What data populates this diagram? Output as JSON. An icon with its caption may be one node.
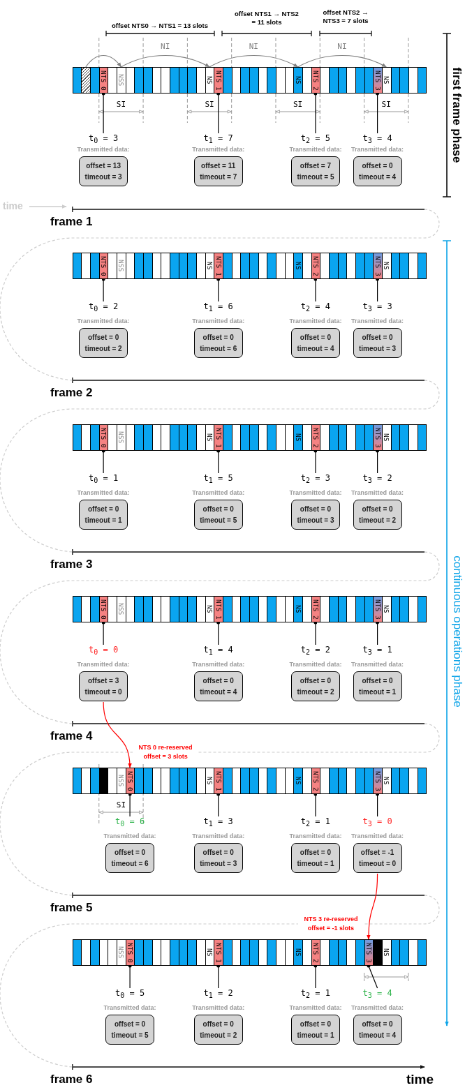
{
  "diagram": {
    "nodes": [
      {
        "text": [],
        "shape": "box"
      },
      {
        "text": [
          "NTS 0"
        ]
      },
      {
        "text": [
          "NSS"
        ]
      },
      {
        "text": [
          "NS"
        ]
      },
      {
        "text": [
          "NTS 1"
        ]
      },
      {
        "text": [
          "NS"
        ]
      },
      {
        "text": [
          "NTS 2"
        ]
      },
      {
        "text": [
          "NTS 3"
        ]
      },
      {
        "text": [
          "NS"
        ]
      },
      {
        "text": [
          "t$_{0}$ = 3"
        ]
      },
      {
        "text": [
          "t$_{1}$ = 7"
        ]
      },
      {
        "text": [
          "t$_{2}$ = 5"
        ]
      },
      {
        "text": [
          "t$_{3}$ = 4"
        ]
      },
      {
        "text": [
          "Transmitted data:",
          "offset = 13",
          "timeout = 3"
        ]
      },
      {
        "text": [
          "Transmitted data:",
          "offset = 11",
          "timeout = 7"
        ]
      },
      {
        "text": [
          "Transmitted data:",
          "offset = 7",
          "timeout = 5"
        ]
      },
      {
        "text": [
          "Transmitted data:",
          "offset = 0",
          "timeout = 4"
        ]
      },
      {
        "text": [
          "NTS 0"
        ]
      },
      {
        "text": [
          "NSS"
        ]
      },
      {
        "text": [
          "NS"
        ]
      },
      {
        "text": [
          "NTS 1"
        ]
      },
      {
        "text": [
          "NS"
        ]
      },
      {
        "text": [
          "NTS 2"
        ]
      },
      {
        "text": [
          "NTS 3"
        ]
      },
      {
        "text": [
          "NS"
        ]
      },
      {
        "text": [
          "t$_{0}$ = 2"
        ]
      },
      {
        "text": [
          "t$_{1}$ = 6"
        ]
      },
      {
        "text": [
          "t$_{2}$ = 4"
        ]
      },
      {
        "text": [
          "t$_{3}$ = 3"
        ]
      },
      {
        "text": [
          "Transmitted data:",
          "offset = 0",
          "timeout = 2"
        ]
      },
      {
        "text": [
          "Transmitted data:",
          "offset = 0",
          "timeout = 6"
        ]
      },
      {
        "text": [
          "Transmitted data:",
          "offset = 0",
          "timeout = 4"
        ]
      },
      {
        "text": [
          "Transmitted data:",
          "offset = 0",
          "timeout = 3"
        ]
      },
      {
        "text": [
          "NTS 0"
        ]
      },
      {
        "text": [
          "NSS"
        ]
      },
      {
        "text": [
          "NS"
        ]
      },
      {
        "text": [
          "NTS 1"
        ]
      },
      {
        "text": [
          "NS"
        ]
      },
      {
        "text": [
          "NTS 2"
        ]
      },
      {
        "text": [
          "NTS 3"
        ]
      },
      {
        "text": [
          "NS"
        ]
      },
      {
        "text": [
          "t$_{0}$ = 1"
        ]
      },
      {
        "text": [
          "t$_{1}$ = 5"
        ]
      },
      {
        "text": [
          "t$_{2}$ = 3"
        ]
      },
      {
        "text": [
          "t$_{3}$ = 2"
        ]
      },
      {
        "text": [
          "Transmitted data:",
          "offset = 0",
          "timeout = 1"
        ]
      },
      {
        "text": [
          "Transmitted data:",
          "offset = 0",
          "timeout = 5"
        ]
      },
      {
        "text": [
          "Transmitted data:",
          "offset = 0",
          "timeout = 3"
        ]
      },
      {
        "text": [
          "Transmitted data:",
          "offset = 0",
          "timeout = 2"
        ]
      },
      {
        "text": [
          "NTS 0"
        ]
      },
      {
        "text": [
          "NSS"
        ]
      },
      {
        "text": [
          "NS"
        ]
      },
      {
        "text": [
          "NTS 1"
        ]
      },
      {
        "text": [
          "NS"
        ]
      },
      {
        "text": [
          "NTS 2"
        ]
      },
      {
        "text": [
          "NTS 3"
        ]
      },
      {
        "text": [
          "NS"
        ]
      },
      {
        "text": [
          "t$_{0}$ = 0"
        ]
      },
      {
        "text": [
          "t$_{1}$ = 4"
        ]
      },
      {
        "text": [
          "t$_{2}$ = 2"
        ]
      },
      {
        "text": [
          "t$_{3}$ = 1"
        ]
      },
      {
        "text": [
          "Transmitted data:",
          "offset = 3",
          "timeout = 0"
        ]
      },
      {
        "text": [
          "Transmitted data:",
          "offset = 0",
          "timeout = 4"
        ]
      },
      {
        "text": [
          "Transmitted data:",
          "offset = 0",
          "timeout = 2"
        ]
      },
      {
        "text": [
          "Transmitted data:",
          "offset = 0",
          "timeout = 1"
        ]
      },
      {
        "text": [
          "NSS"
        ]
      },
      {
        "text": [
          "NTS 0"
        ]
      },
      {
        "text": [
          "NS"
        ]
      },
      {
        "text": [
          "NTS 1"
        ]
      },
      {
        "text": [
          "NS"
        ]
      },
      {
        "text": [
          "NTS 2"
        ]
      },
      {
        "text": [
          "NTS 3"
        ]
      },
      {
        "text": [
          "NS"
        ]
      },
      {
        "text": [
          "t$_{0}$ = 6"
        ]
      },
      {
        "text": [
          "t$_{1}$ = 3"
        ]
      },
      {
        "text": [
          "t$_{2}$ = 1"
        ]
      },
      {
        "text": [
          "t$_{3}$ = 0"
        ]
      },
      {
        "text": [
          "Transmitted data:",
          "offset = 0",
          "timeout = 6"
        ]
      },
      {
        "text": [
          "Transmitted data:",
          "offset = 0",
          "timeout = 3"
        ]
      },
      {
        "text": [
          "Transmitted data:",
          "offset = 0",
          "timeout = 1"
        ]
      },
      {
        "text": [
          "Transmitted data:",
          "offset = -1",
          "timeout = 0"
        ]
      },
      {
        "text": [
          "NSS"
        ]
      },
      {
        "text": [
          "NTS 0"
        ]
      },
      {
        "text": [
          "NS"
        ]
      },
      {
        "text": [
          "NTS 1"
        ]
      },
      {
        "text": [
          "NS"
        ]
      },
      {
        "text": [
          "NTS 2"
        ]
      },
      {
        "text": [
          "NTS 3"
        ]
      },
      {
        "text": [
          "NS"
        ]
      },
      {
        "text": [
          "t$_{0}$ = 5"
        ]
      },
      {
        "text": [
          "t$_{1}$ = 2"
        ]
      },
      {
        "text": [
          "t$_{2}$ = 1"
        ]
      },
      {
        "text": [
          "t$_{3}$ = 4"
        ]
      },
      {
        "text": [
          "Transmitted data:",
          "offset = 0",
          "timeout = 5"
        ]
      },
      {
        "text": [
          "Transmitted data:",
          "offset = 0",
          "timeout = 2"
        ]
      },
      {
        "text": [
          "Transmitted data:",
          "offset = 0",
          "timeout = 1"
        ]
      },
      {
        "text": [
          "Transmitted data:",
          "offset = 0",
          "timeout = 4"
        ]
      }
    ],
    "edges": [
      {
        "from": 0,
        "to": 2,
        "arrow": "to",
        "color": "#808080"
      },
      {
        "from": 2,
        "to": 3,
        "arrow": "to",
        "label": "NI",
        "color": "#808080"
      },
      {
        "from": 3,
        "to": 5,
        "arrow": "to",
        "label": "NI",
        "color": "#808080"
      },
      {
        "from": 5,
        "to": 8,
        "arrow": "to",
        "label": "NI",
        "color": "#808080"
      },
      {
        "from": 9,
        "to": 1,
        "arrow": "other"
      },
      {
        "from": 10,
        "to": 4,
        "arrow": "other"
      },
      {
        "from": 11,
        "to": 6,
        "arrow": "other"
      },
      {
        "from": 12,
        "to": 7,
        "arrow": "other"
      },
      {
        "from": 25,
        "to": 17,
        "arrow": "other"
      },
      {
        "from": 26,
        "to": 20,
        "arrow": "other"
      },
      {
        "from": 27,
        "to": 22,
        "arrow": "other"
      },
      {
        "from": 28,
        "to": 23,
        "arrow": "other"
      },
      {
        "from": 41,
        "to": 33,
        "arrow": "other"
      },
      {
        "from": 42,
        "to": 36,
        "arrow": "other"
      },
      {
        "from": 43,
        "to": 38,
        "arrow": "other"
      },
      {
        "from": 44,
        "to": 39,
        "arrow": "other"
      },
      {
        "from": 57,
        "to": 49,
        "arrow": "other"
      },
      {
        "from": 58,
        "to": 52,
        "arrow": "other"
      },
      {
        "from": 59,
        "to": 54,
        "arrow": "other"
      },
      {
        "from": 60,
        "to": 55,
        "arrow": "other"
      },
      {
        "from": 61,
        "to": 66,
        "arrow": "to",
        "label": "NTS 0 re-reserved offset = 3 slots",
        "color": "#ff0000"
      },
      {
        "from": 73,
        "to": 66,
        "arrow": "other"
      },
      {
        "from": 74,
        "to": 68,
        "arrow": "other"
      },
      {
        "from": 75,
        "to": 70,
        "arrow": "other"
      },
      {
        "from": 76,
        "to": 71,
        "arrow": "other"
      },
      {
        "from": 80,
        "to": 87,
        "arrow": "to",
        "label": "NTS 3 re-reserved offset = -1 slots",
        "color": "#ff0000"
      },
      {
        "from": 89,
        "to": 82,
        "arrow": "other"
      },
      {
        "from": 90,
        "to": 84,
        "arrow": "other"
      },
      {
        "from": 91,
        "to": 86,
        "arrow": "other"
      },
      {
        "from": 92,
        "to": 87,
        "arrow": "other"
      }
    ],
    "labels": [
      "offset NTS0 → NTS1 = 13 slots",
      "offset NTS1 → NTS2 = 11 slots",
      "offset NTS2 → NTS3 = 7 slots",
      "first frame phase",
      "SI",
      "SI",
      "SI",
      "SI",
      "time",
      "frame 1",
      "continuous operations phase",
      "frame 2",
      "frame 3",
      "frame 4",
      "SI",
      "frame 5",
      "frame 6",
      "time"
    ]
  }
}
